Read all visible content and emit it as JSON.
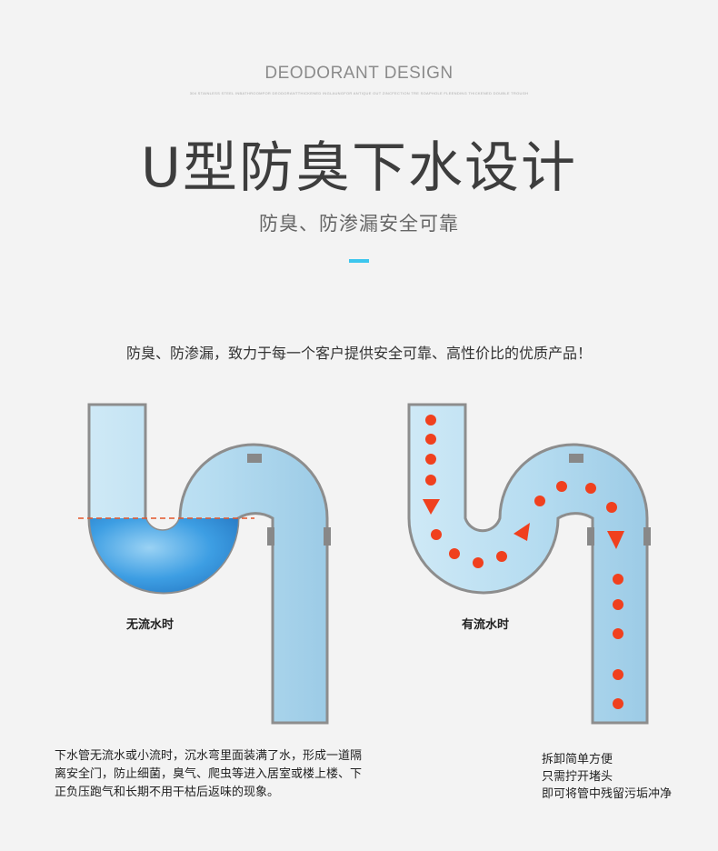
{
  "header": {
    "en_title": "DEODORANT DESIGN",
    "en_subtitle": "304 STAINLESS STEEL INBATHROOMFOR DEODORANTTHICKENED INGLAUNGFOR ANTIQUE OUT ZINCFECTION TRE SOAPHOLE FLEENDING THICKENED DOUBLE TROUGH",
    "main_title": "U型防臭下水设计",
    "sub_title": "防臭、防渗漏安全可靠",
    "accent_color": "#3cc6ee"
  },
  "tagline": "防臭、防渗漏，致力于每一个客户提供安全可靠、高性价比的优质产品！",
  "diagrams": {
    "left_caption": "无流水时",
    "right_caption": "有流水时",
    "flow_dot_color": "#f0401e",
    "pipe_color": "#b9dff0",
    "water_color": "#3b9fe0"
  },
  "descriptions": {
    "left": "下水管无流水或小流时，沉水弯里面装满了水，形成一道隔离安全门，防止细菌，臭气、爬虫等进入居室或楼上楼、下正负压跑气和长期不用干枯后返味的现象。",
    "right": [
      "拆卸简单方便",
      "只需拧开堵头",
      "即可将管中残留污垢冲净"
    ]
  }
}
